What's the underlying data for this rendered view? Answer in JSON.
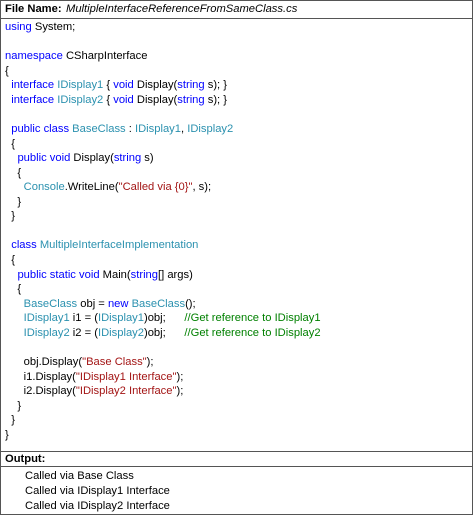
{
  "header": {
    "label": "File Name:",
    "filename": "MultipleInterfaceReferenceFromSameClass.cs"
  },
  "code": {
    "l1": [
      {
        "t": "using",
        "c": "kw"
      },
      {
        "t": " System;"
      }
    ],
    "l2": [],
    "l3": [
      {
        "t": "namespace",
        "c": "kw"
      },
      {
        "t": " CSharpInterface"
      }
    ],
    "l4": [
      {
        "t": "{"
      }
    ],
    "l5": [
      {
        "t": "  "
      },
      {
        "t": "interface",
        "c": "kw"
      },
      {
        "t": " "
      },
      {
        "t": "IDisplay1",
        "c": "ty"
      },
      {
        "t": " { "
      },
      {
        "t": "void",
        "c": "kw"
      },
      {
        "t": " Display("
      },
      {
        "t": "string",
        "c": "kw"
      },
      {
        "t": " s); }"
      }
    ],
    "l6": [
      {
        "t": "  "
      },
      {
        "t": "interface",
        "c": "kw"
      },
      {
        "t": " "
      },
      {
        "t": "IDisplay2",
        "c": "ty"
      },
      {
        "t": " { "
      },
      {
        "t": "void",
        "c": "kw"
      },
      {
        "t": " Display("
      },
      {
        "t": "string",
        "c": "kw"
      },
      {
        "t": " s); }"
      }
    ],
    "l7": [],
    "l8": [
      {
        "t": "  "
      },
      {
        "t": "public",
        "c": "kw"
      },
      {
        "t": " "
      },
      {
        "t": "class",
        "c": "kw"
      },
      {
        "t": " "
      },
      {
        "t": "BaseClass",
        "c": "ty"
      },
      {
        "t": " : "
      },
      {
        "t": "IDisplay1",
        "c": "ty"
      },
      {
        "t": ", "
      },
      {
        "t": "IDisplay2",
        "c": "ty"
      }
    ],
    "l9": [
      {
        "t": "  {"
      }
    ],
    "l10": [
      {
        "t": "    "
      },
      {
        "t": "public",
        "c": "kw"
      },
      {
        "t": " "
      },
      {
        "t": "void",
        "c": "kw"
      },
      {
        "t": " Display("
      },
      {
        "t": "string",
        "c": "kw"
      },
      {
        "t": " s)"
      }
    ],
    "l11": [
      {
        "t": "    {"
      }
    ],
    "l12": [
      {
        "t": "      "
      },
      {
        "t": "Console",
        "c": "ty"
      },
      {
        "t": ".WriteLine("
      },
      {
        "t": "\"Called via {0}\"",
        "c": "st"
      },
      {
        "t": ", s);"
      }
    ],
    "l13": [
      {
        "t": "    }"
      }
    ],
    "l14": [
      {
        "t": "  }"
      }
    ],
    "l15": [],
    "l16": [
      {
        "t": "  "
      },
      {
        "t": "class",
        "c": "kw"
      },
      {
        "t": " "
      },
      {
        "t": "MultipleInterfaceImplementation",
        "c": "ty"
      }
    ],
    "l17": [
      {
        "t": "  {"
      }
    ],
    "l18": [
      {
        "t": "    "
      },
      {
        "t": "public",
        "c": "kw"
      },
      {
        "t": " "
      },
      {
        "t": "static",
        "c": "kw"
      },
      {
        "t": " "
      },
      {
        "t": "void",
        "c": "kw"
      },
      {
        "t": " Main("
      },
      {
        "t": "string",
        "c": "kw"
      },
      {
        "t": "[] args)"
      }
    ],
    "l19": [
      {
        "t": "    {"
      }
    ],
    "l20": [
      {
        "t": "      "
      },
      {
        "t": "BaseClass",
        "c": "ty"
      },
      {
        "t": " obj = "
      },
      {
        "t": "new",
        "c": "kw"
      },
      {
        "t": " "
      },
      {
        "t": "BaseClass",
        "c": "ty"
      },
      {
        "t": "();"
      }
    ],
    "l21": [
      {
        "t": "      "
      },
      {
        "t": "IDisplay1",
        "c": "ty"
      },
      {
        "t": " i1 = ("
      },
      {
        "t": "IDisplay1",
        "c": "ty"
      },
      {
        "t": ")obj;      "
      },
      {
        "t": "//Get reference to IDisplay1",
        "c": "cm"
      }
    ],
    "l22": [
      {
        "t": "      "
      },
      {
        "t": "IDisplay2",
        "c": "ty"
      },
      {
        "t": " i2 = ("
      },
      {
        "t": "IDisplay2",
        "c": "ty"
      },
      {
        "t": ")obj;      "
      },
      {
        "t": "//Get reference to IDisplay2",
        "c": "cm"
      }
    ],
    "l23": [],
    "l24": [
      {
        "t": "      obj.Display("
      },
      {
        "t": "\"Base Class\"",
        "c": "st"
      },
      {
        "t": ");"
      }
    ],
    "l25": [
      {
        "t": "      i1.Display("
      },
      {
        "t": "\"IDisplay1 Interface\"",
        "c": "st"
      },
      {
        "t": ");"
      }
    ],
    "l26": [
      {
        "t": "      i2.Display("
      },
      {
        "t": "\"IDisplay2 Interface\"",
        "c": "st"
      },
      {
        "t": ");"
      }
    ],
    "l27": [
      {
        "t": "    }"
      }
    ],
    "l28": [
      {
        "t": "  }"
      }
    ],
    "l29": [
      {
        "t": "}"
      }
    ]
  },
  "output": {
    "label": "Output:",
    "lines": [
      "Called via Base Class",
      "Called via IDisplay1 Interface",
      "Called via IDisplay2 Interface"
    ]
  },
  "colors": {
    "keyword": "#0000ff",
    "type": "#2b91af",
    "string": "#a31515",
    "comment": "#008000"
  }
}
